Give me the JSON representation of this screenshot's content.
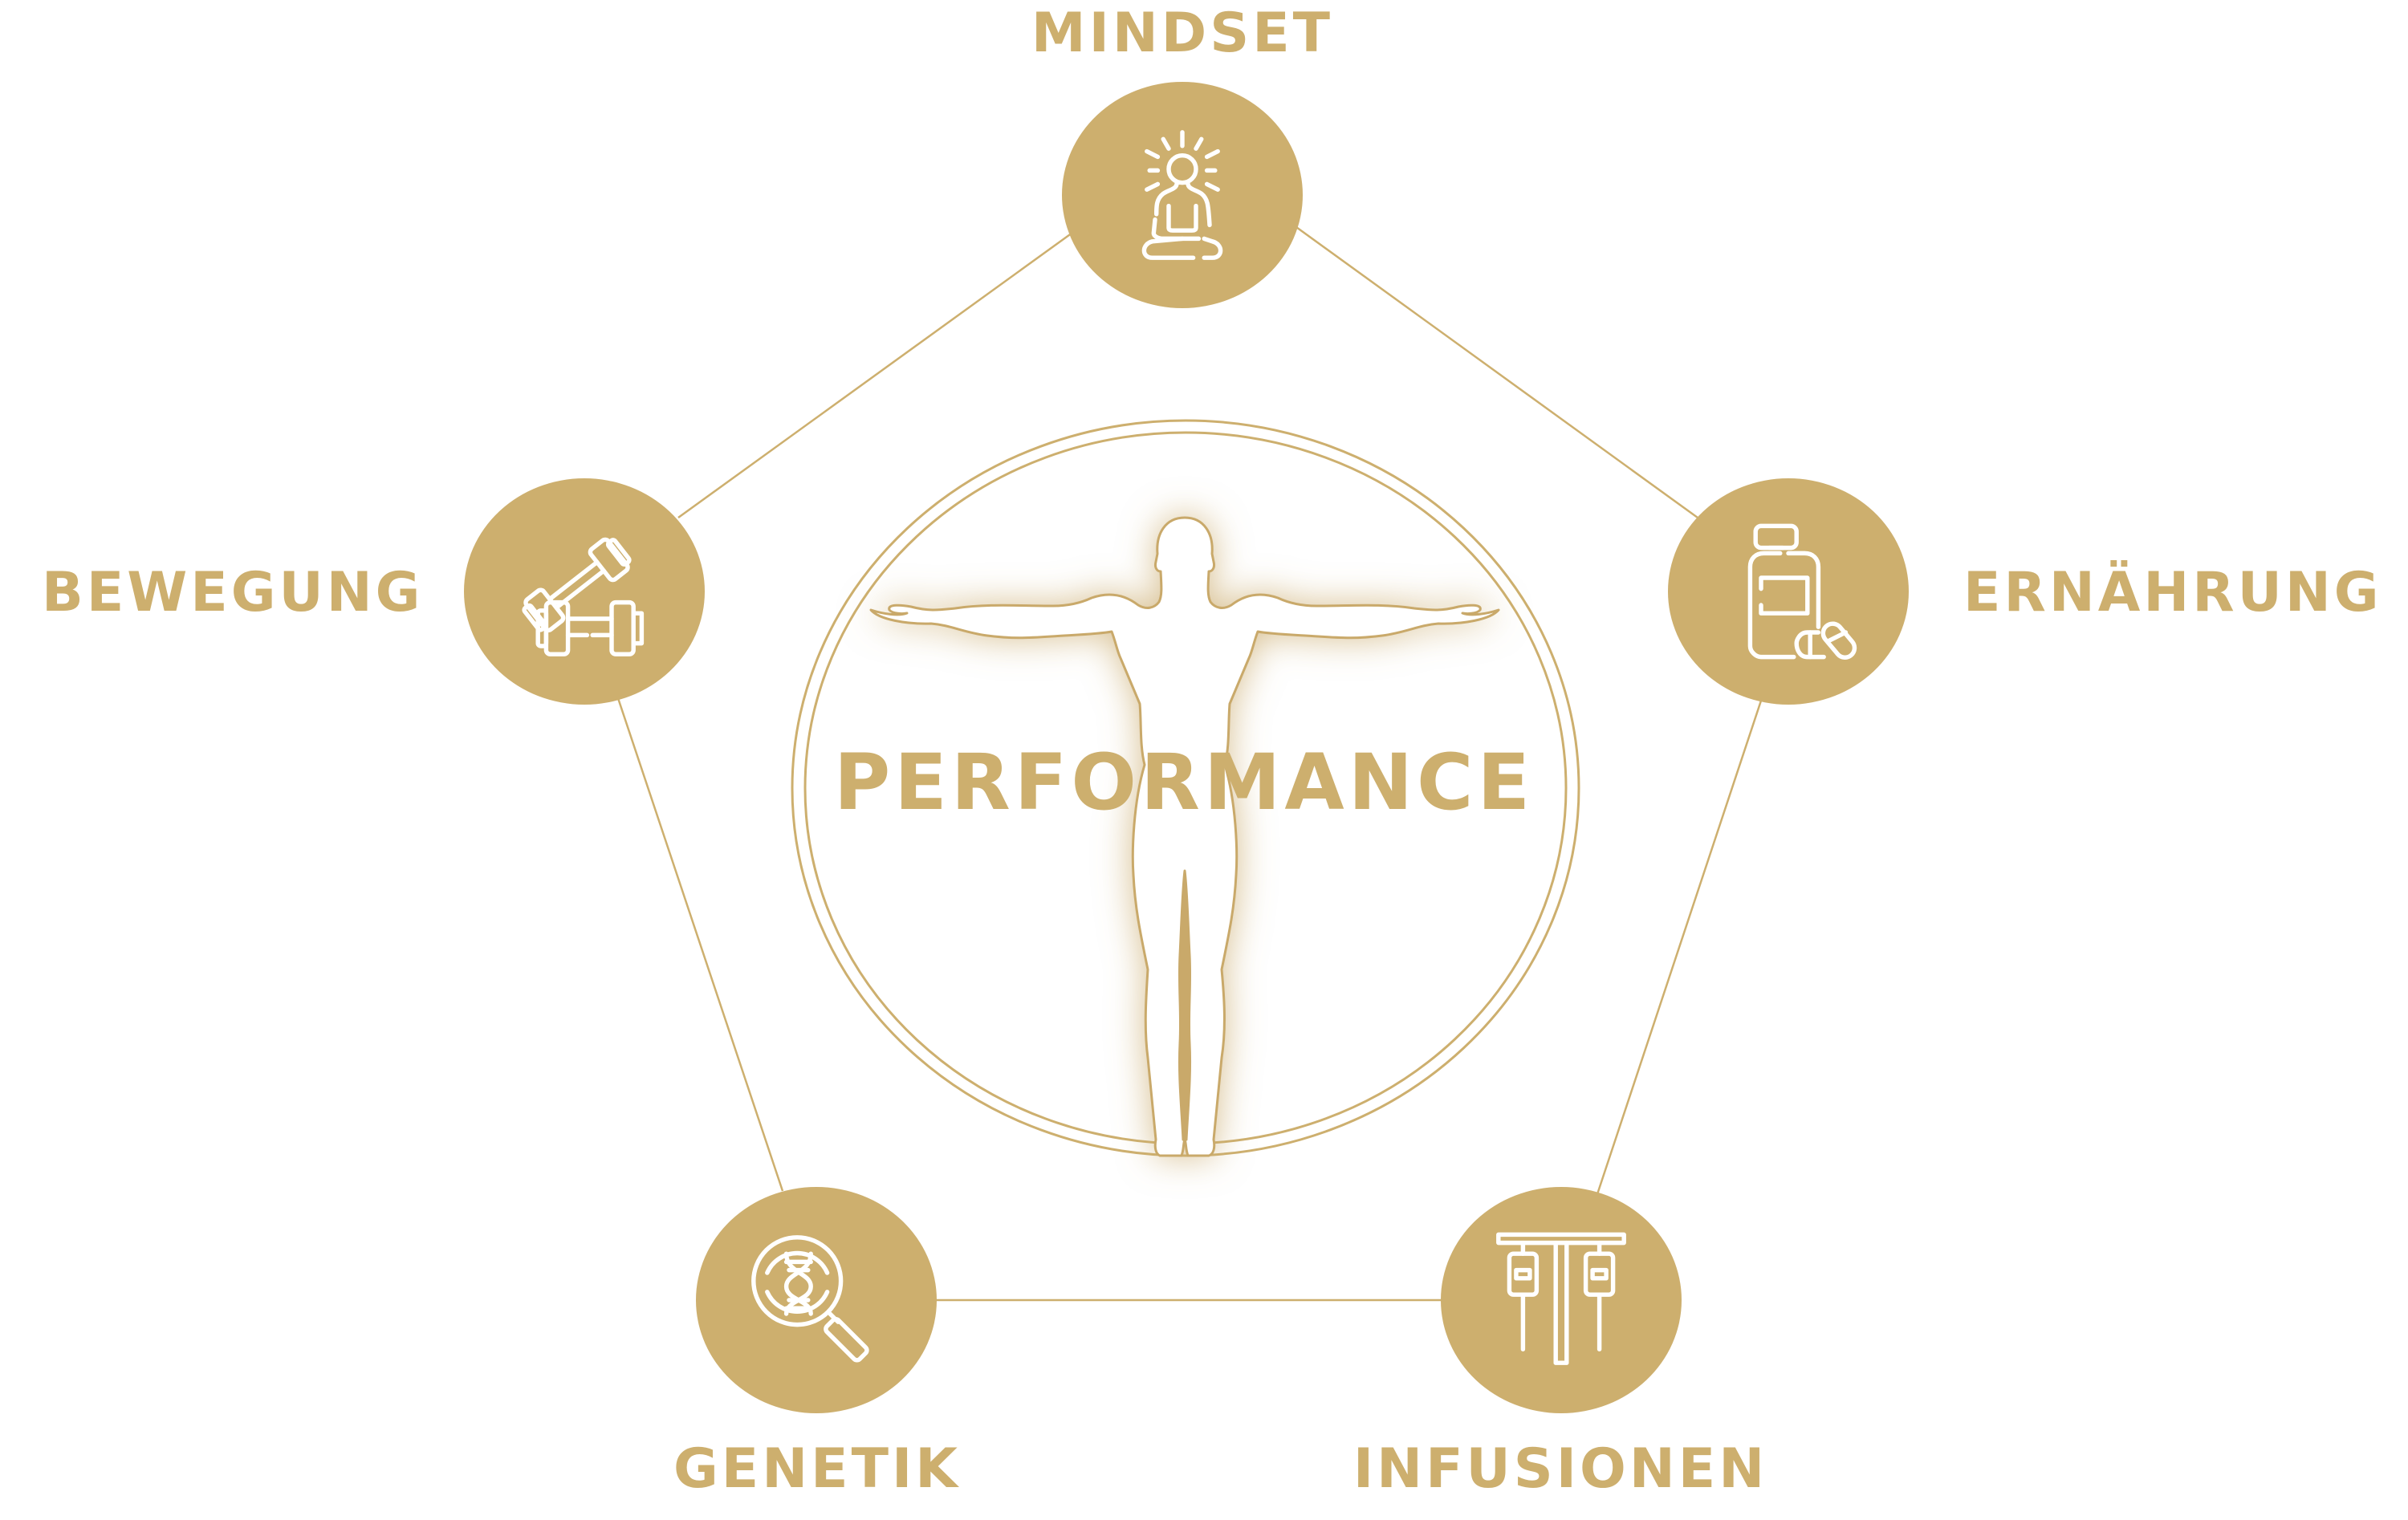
{
  "diagram": {
    "center": {
      "label": "PERFORMANCE",
      "icon": "human-figure-outstretched-arms-icon"
    },
    "nodes": [
      {
        "id": "mindset",
        "label": "MINDSET",
        "icon": "meditation-person-icon"
      },
      {
        "id": "ernaehrung",
        "label": "ERNÄHRUNG",
        "icon": "supplement-bottle-pills-icon"
      },
      {
        "id": "infusionen",
        "label": "INFUSIONEN",
        "icon": "iv-drip-stand-icon"
      },
      {
        "id": "genetik",
        "label": "GENETIK",
        "icon": "dna-magnifier-icon"
      },
      {
        "id": "bewegung",
        "label": "BEWEGUNG",
        "icon": "dumbbells-icon"
      }
    ],
    "edges": [
      [
        "mindset",
        "ernaehrung"
      ],
      [
        "ernaehrung",
        "infusionen"
      ],
      [
        "infusionen",
        "genetik"
      ],
      [
        "genetik",
        "bewegung"
      ],
      [
        "bewegung",
        "mindset"
      ]
    ],
    "colors": {
      "accent": "#CDAF6E",
      "icon_stroke": "#FFFFFF",
      "background": "#FFFFFF",
      "glow": "#C9A96A"
    }
  }
}
